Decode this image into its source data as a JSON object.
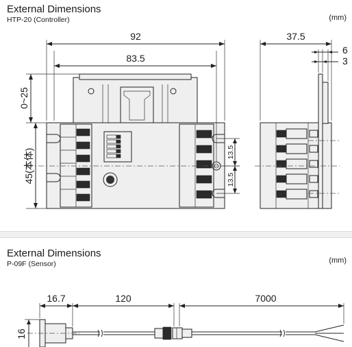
{
  "controller": {
    "title": "External Dimensions",
    "subtitle": "HTP-20 (Controller)",
    "unit": "(mm)",
    "dimensions": {
      "overall_width": "92",
      "mount_width": "83.5",
      "side_depth": "37.5",
      "tab_6": "6",
      "tab_3": "3",
      "top_range": "0~25",
      "body_height": "45(本体)",
      "pitch_upper": "13.5",
      "pitch_lower": "13.5"
    }
  },
  "sensor": {
    "title": "External Dimensions",
    "subtitle": "P-09F (Sensor)",
    "unit": "(mm)",
    "dimensions": {
      "head_length": "16.7",
      "cable_short": "120",
      "cable_long": "7000",
      "diameter": "16"
    }
  }
}
